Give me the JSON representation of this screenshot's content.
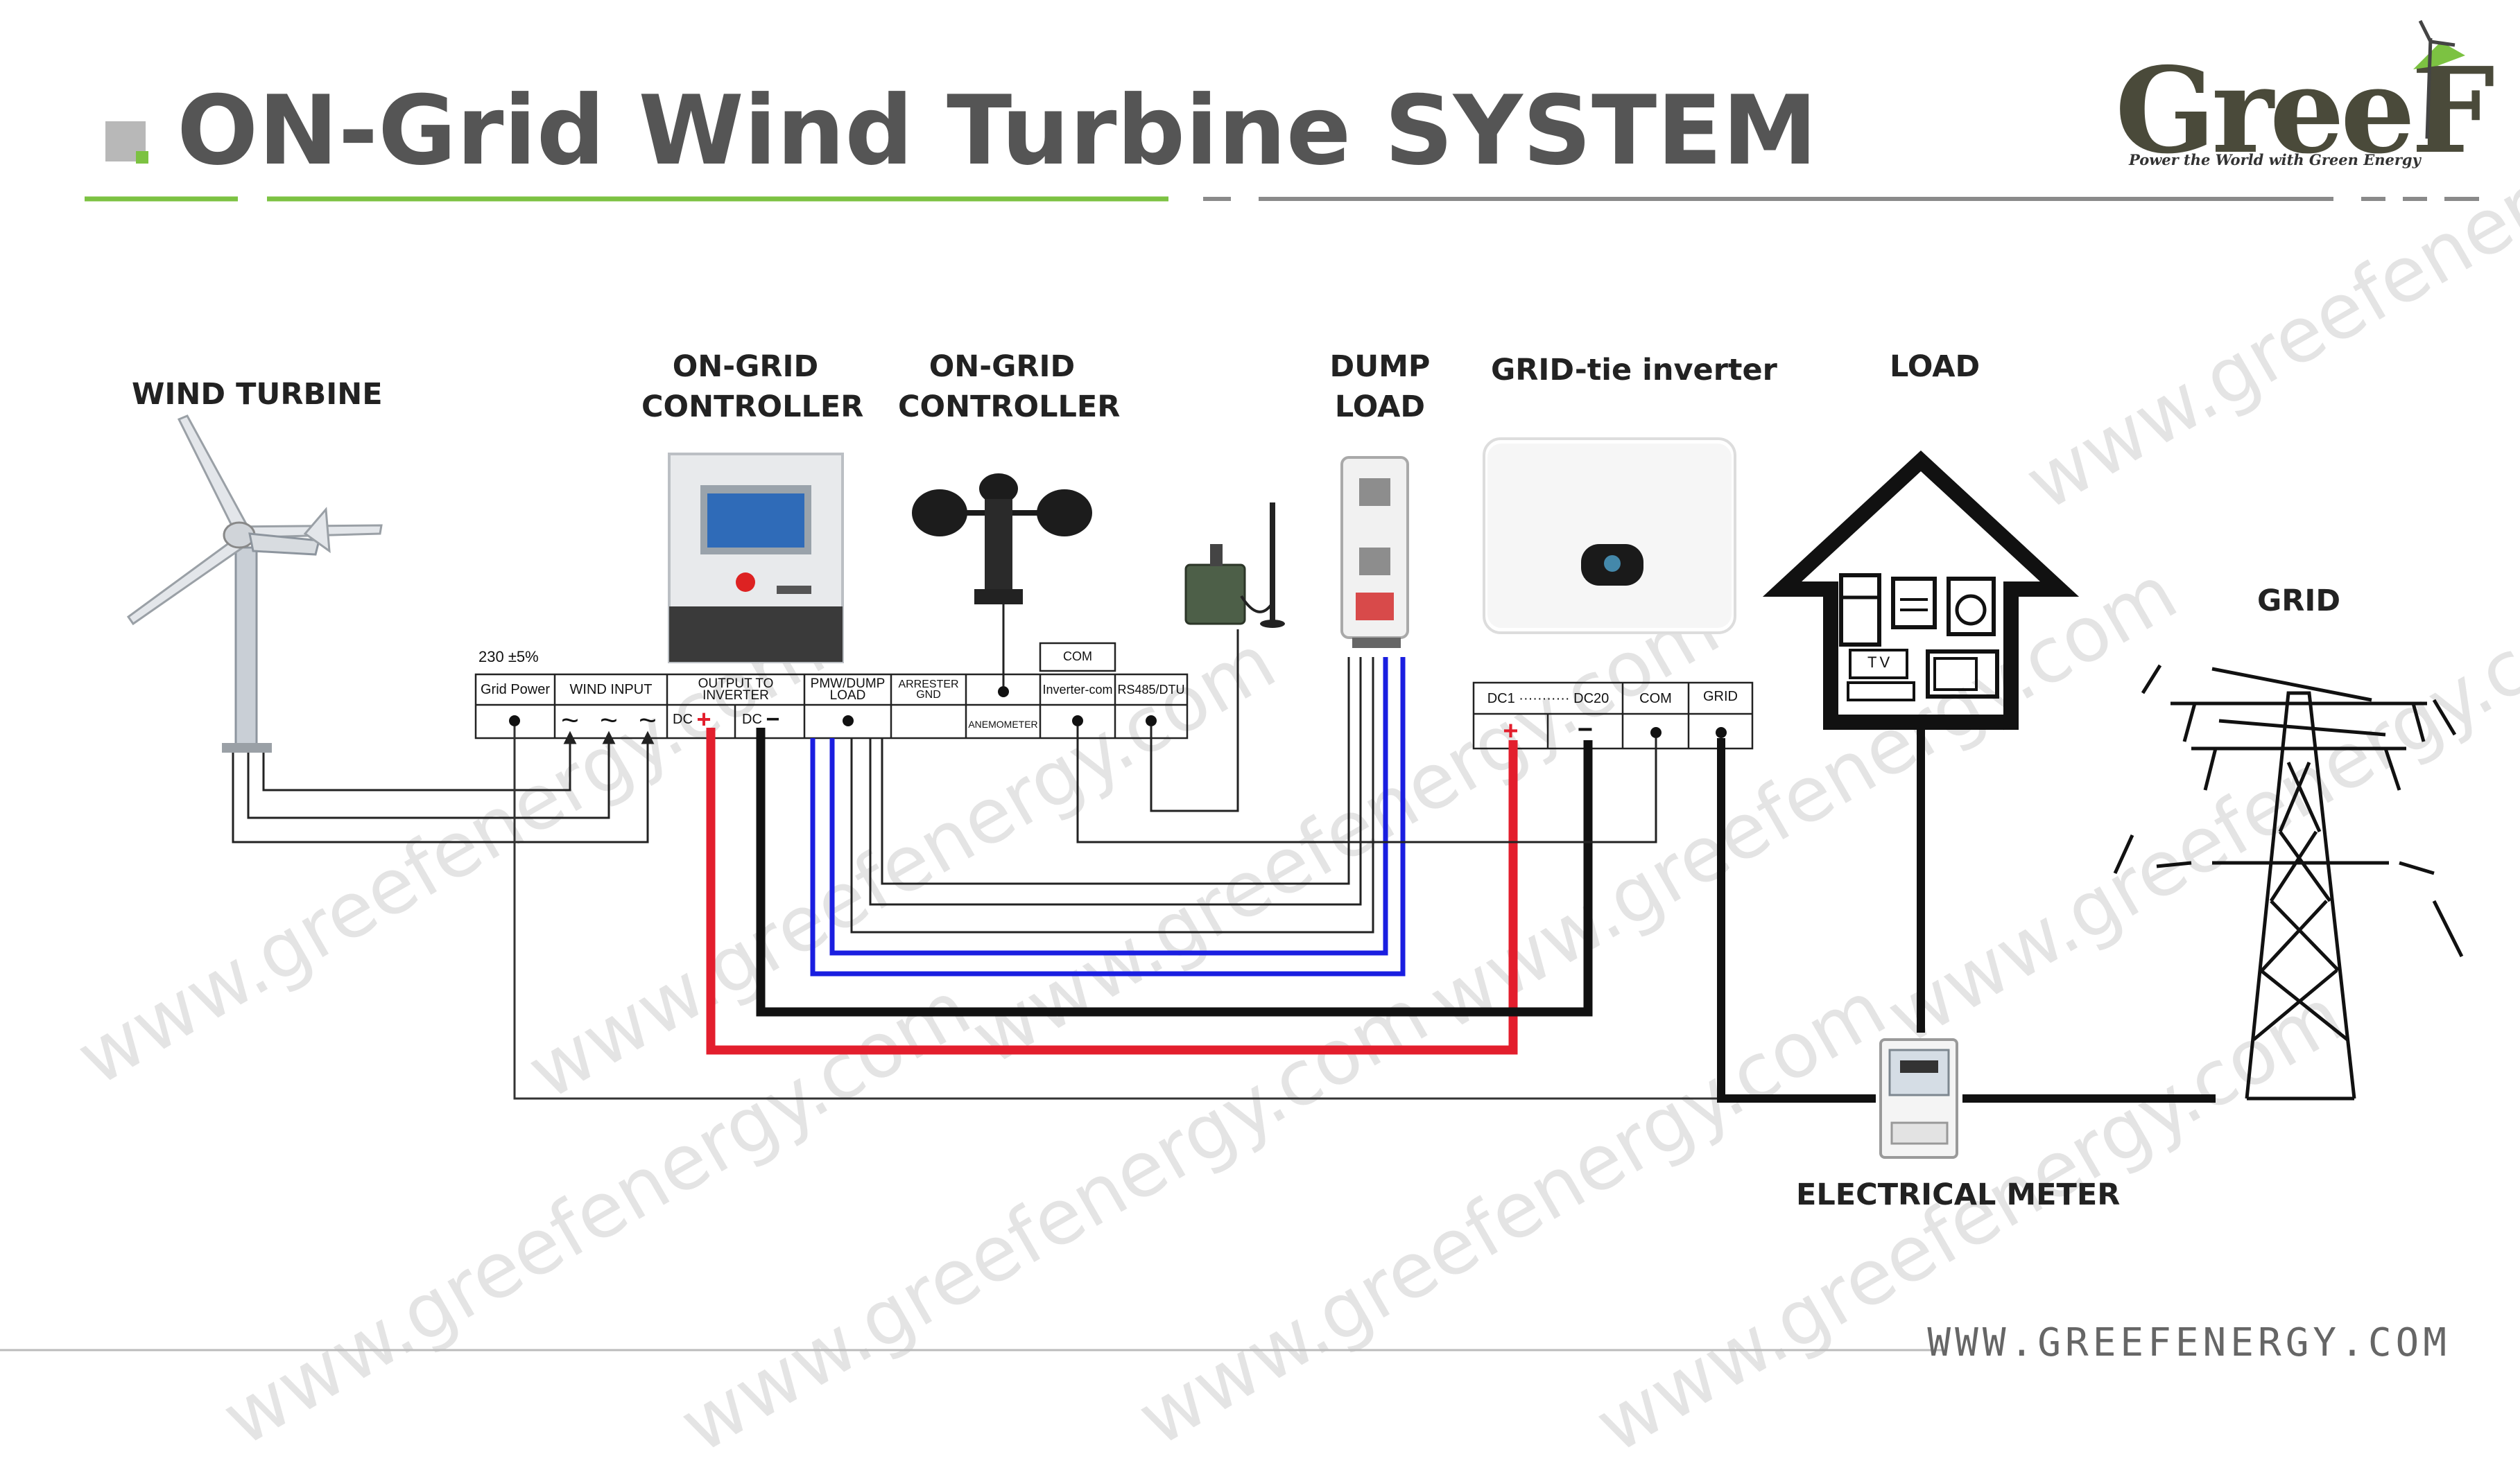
{
  "page": {
    "title": "ON-Grid Wind Turbine SYSTEM"
  },
  "brand": {
    "logo_text": "GreeF",
    "tagline": "Power the World with Green Energy",
    "website": "WWW.GREEFENERGY.COM"
  },
  "watermark": "www.greefenergy.com",
  "labels": {
    "wind_turbine": "WIND TURBINE",
    "controller_1_line1": "ON-GRID",
    "controller_1_line2": "CONTROLLER",
    "controller_2_line1": "ON-GRID",
    "controller_2_line2": "CONTROLLER",
    "dump_load_line1": "DUMP",
    "dump_load_line2": "LOAD",
    "inverter": "GRID-tie inverter",
    "load": "LOAD",
    "grid": "GRID",
    "meter": "ELECTRICAL METER",
    "tv": "TV"
  },
  "controller_terminal": {
    "voltage": "230 ±5%",
    "grid_power": "Grid Power",
    "wind_input": "WIND INPUT",
    "output_line1": "OUTPUT TO",
    "output_line2": "INVERTER",
    "dump_line1": "PMW/DUMP",
    "dump_line2": "LOAD",
    "arrester_line1": "ARRESTER",
    "arrester_line2": "GND",
    "anemometer": "ANEMOMETER",
    "com": "COM",
    "inverter_com": "Inverter-com",
    "rs485": "RS485/DTU",
    "dc_plus": "DC",
    "dc_minus": "DC",
    "plus_sign": "+",
    "minus_sign": "−",
    "tilde": "~"
  },
  "inverter_terminal": {
    "dc_range": "DC1 ··········· DC20",
    "com": "COM",
    "grid": "GRID",
    "plus_sign": "+",
    "minus_sign": "−"
  },
  "colors": {
    "accent_green": "#7cc242",
    "wire_red": "#e31e2d",
    "wire_blue": "#1a1ee0",
    "wire_black": "#111111",
    "title_gray": "#555555"
  }
}
